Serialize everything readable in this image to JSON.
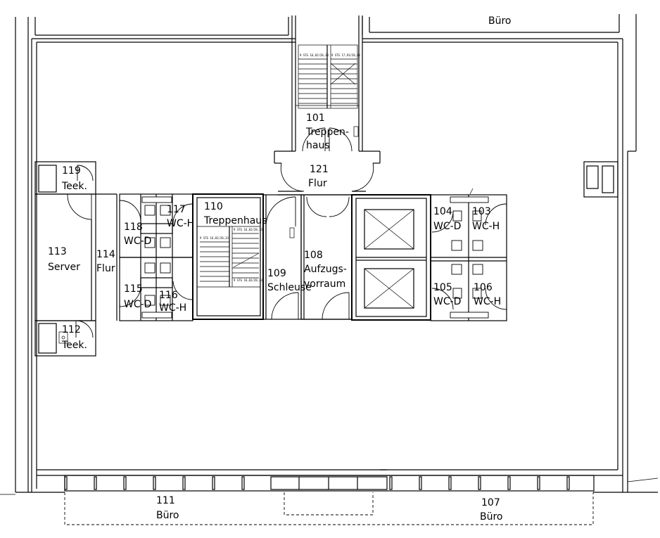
{
  "rooms": {
    "r101": {
      "number": "101",
      "name_line1": "Treppen-",
      "name_line2": "haus"
    },
    "r121": {
      "number": "121",
      "name": "Flur"
    },
    "r119": {
      "number": "119",
      "name": "Teek."
    },
    "r110": {
      "number": "110",
      "name": "Treppenhaus"
    },
    "r117": {
      "number": "117",
      "name": "WC-H"
    },
    "r118": {
      "number": "118",
      "name": "WC-D"
    },
    "r113": {
      "number": "113",
      "name": "Server"
    },
    "r114": {
      "number": "114",
      "name": "Flur"
    },
    "r115": {
      "number": "115",
      "name": "WC-D"
    },
    "r116": {
      "number": "116",
      "name": "WC-H"
    },
    "r112": {
      "number": "112",
      "name": "Teek."
    },
    "r109": {
      "number": "109",
      "name": "Schleuse"
    },
    "r108": {
      "number": "108",
      "name_line1": "Aufzugs-",
      "name_line2": "vorraum"
    },
    "r104": {
      "number": "104",
      "name": "WC-D"
    },
    "r103": {
      "number": "103",
      "name": "WC-H"
    },
    "r105": {
      "number": "105",
      "name": "WC-D"
    },
    "r106": {
      "number": "106",
      "name": "WC-H"
    },
    "r111": {
      "number": "111",
      "name": "Büro"
    },
    "r107": {
      "number": "107",
      "name": "Büro"
    },
    "top_office": {
      "name": "Büro"
    }
  },
  "stair_marks": {
    "upper_left": "9 STG 16,82/28,33",
    "upper_right": "9 STG 17,93/28,33",
    "lower_top": "9 STG 16,82/28,33",
    "lower_mid": "9 STG 16,82/28,33",
    "lower_bottom": "9 STG 16,82/28,33"
  }
}
